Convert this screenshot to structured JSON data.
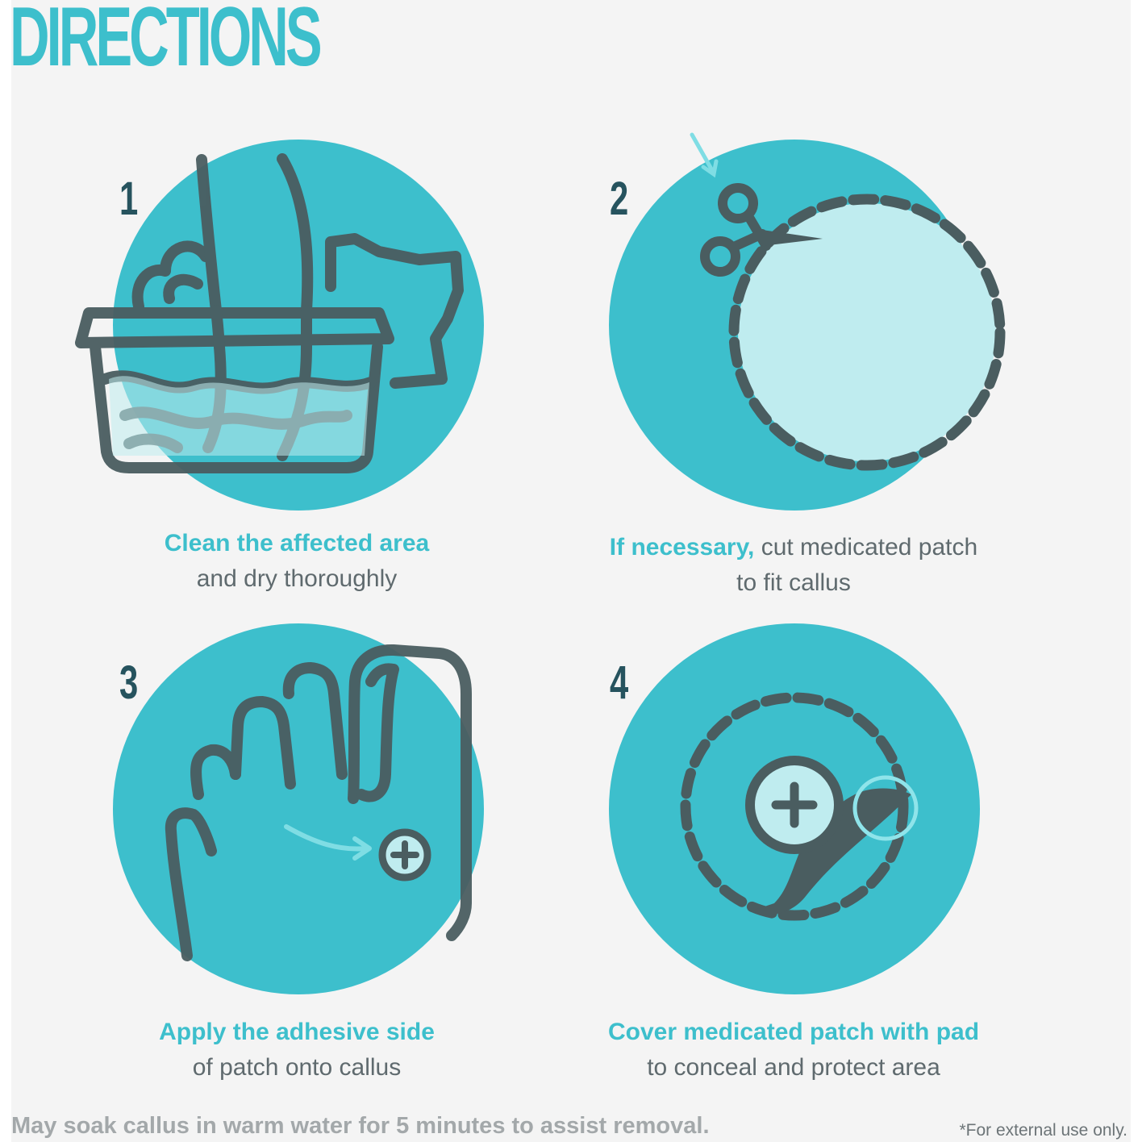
{
  "title": "DIRECTIONS",
  "colors": {
    "accent": "#3dbfcc",
    "dark": "#4a5d60",
    "number": "#26535e",
    "light": "#bfecef",
    "background": "#f4f4f4"
  },
  "steps": [
    {
      "number": "1",
      "icon": "basin-water-icon",
      "caption_bold": "Clean the affected area",
      "caption_rest": "and dry thoroughly"
    },
    {
      "number": "2",
      "icon": "scissors-cut-patch-icon",
      "caption_bold": "If necessary,",
      "caption_rest_line1": " cut medicated patch",
      "caption_rest_line2": "to fit callus"
    },
    {
      "number": "3",
      "icon": "foot-patch-icon",
      "caption_bold": "Apply the adhesive side",
      "caption_rest": "of patch onto callus"
    },
    {
      "number": "4",
      "icon": "patch-pad-icon",
      "caption_bold": "Cover medicated patch with pad",
      "caption_rest": "to conceal and protect area"
    }
  ],
  "footer": {
    "note": "May soak callus in warm water for 5 minutes to assist removal.",
    "disclaimer": "*For external use only."
  }
}
